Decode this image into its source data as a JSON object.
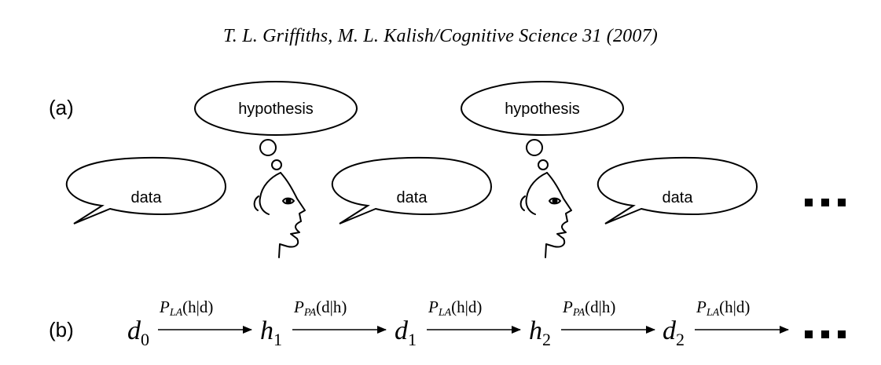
{
  "header": {
    "running_head": "T. L. Griffiths, M. L. Kalish/Cognitive Science 31 (2007)"
  },
  "figure": {
    "panel_a": {
      "label": "(a)",
      "bubbles": [
        {
          "kind": "data",
          "text": "data"
        },
        {
          "kind": "hypothesis",
          "text": "hypothesis"
        },
        {
          "kind": "data",
          "text": "data"
        },
        {
          "kind": "hypothesis",
          "text": "hypothesis"
        },
        {
          "kind": "data",
          "text": "data"
        }
      ],
      "continuation": "..."
    },
    "panel_b": {
      "label": "(b)",
      "nodes": [
        {
          "base": "d",
          "sub": "0"
        },
        {
          "base": "h",
          "sub": "1"
        },
        {
          "base": "d",
          "sub": "1"
        },
        {
          "base": "h",
          "sub": "2"
        },
        {
          "base": "d",
          "sub": "2"
        }
      ],
      "arrows": [
        {
          "P": "P",
          "sub": "LA",
          "args": "(h|d)"
        },
        {
          "P": "P",
          "sub": "PA",
          "args": "(d|h)"
        },
        {
          "P": "P",
          "sub": "LA",
          "args": "(h|d)"
        },
        {
          "P": "P",
          "sub": "PA",
          "args": "(d|h)"
        },
        {
          "P": "P",
          "sub": "LA",
          "args": "(h|d)"
        }
      ],
      "continuation": "..."
    }
  }
}
